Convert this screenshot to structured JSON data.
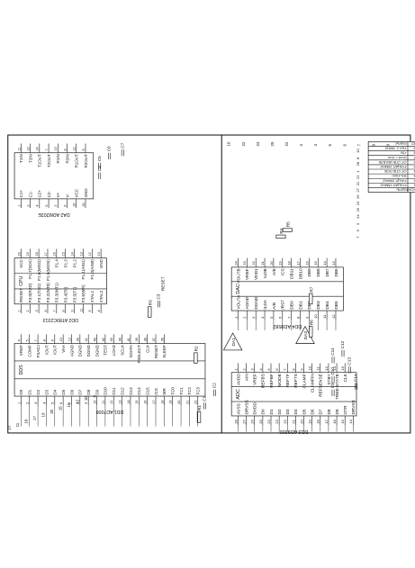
{
  "connector": {
    "header": [
      "КОНТ",
      "ЦЕПЬ"
    ],
    "rows": [
      [
        "1",
        "F/ЭЦАП 25МНZ"
      ],
      [
        "2",
        "F/АЦП 20МНZ"
      ],
      [
        "3",
        "RS-232C"
      ],
      [
        "4",
        "ОТ СПК ПСВ"
      ],
      [
        "5",
        "F/ЭЦАП 20МНZ"
      ],
      [
        "6",
        "ОТ СПК ИМ.БЛК"
      ],
      [
        "7",
        "Uout = Uoп"
      ],
      [
        "8",
        "+5v"
      ],
      [
        "9",
        "Тмл 2. 8МНZ"
      ],
      [
        "10",
        "Корпус"
      ]
    ],
    "side_numbers": [
      "7",
      "9",
      "3",
      "24",
      "25",
      "23",
      "26",
      "27",
      "21",
      "22",
      "1",
      "28",
      "8",
      "10"
    ]
  },
  "dd3": {
    "label": "DD3 AD9200",
    "title": "ADC",
    "left_pins": [
      "AVSS",
      "DRVSS",
      "DVDD",
      "D0",
      "D1",
      "D2",
      "D3",
      "D4",
      "D5",
      "D6",
      "D7",
      "D8",
      "D9",
      "OTR",
      "DRVSS"
    ],
    "left_nums": [
      "28",
      "27",
      "26",
      "25",
      "24",
      "23",
      "22",
      "21",
      "20",
      "19",
      "18",
      "17",
      "16",
      "15",
      "14"
    ],
    "right_pins": [
      "AVDD",
      "AIN",
      "VREF",
      "REFBS",
      "REFBF",
      "MODE",
      "REFTF",
      "REFTS",
      "CLAMP",
      "CLAMPIN",
      "REFSENSE",
      "STBY",
      "TREE-STATE",
      "CLK"
    ],
    "right_nums": [
      "1",
      "2",
      "3",
      "4",
      "5",
      "6",
      "7",
      "8",
      "9",
      "10",
      "11",
      "12",
      "13",
      "15"
    ]
  },
  "dd4": {
    "label": "DD4 AD9582",
    "title": "DAC",
    "left_pins": [
      "VOUTA",
      "AGND",
      "DGND",
      "ILDA",
      "A/B",
      "/RST",
      "DB0",
      "DB1",
      "DB2",
      "DB3",
      "DB4",
      "DB5"
    ],
    "left_nums": [
      "1",
      "2",
      "3",
      "4",
      "5",
      "6",
      "7",
      "8",
      "9",
      "10",
      "11",
      "12"
    ],
    "right_pins": [
      "VOUTB",
      "VREF",
      "VDD1",
      "ILDB",
      "A/B",
      "/CS",
      "DB11",
      "DB10",
      "DB9",
      "DB8",
      "DB7",
      "DB6"
    ],
    "right_nums": [
      "24",
      "23",
      "22",
      "21",
      "20",
      "19",
      "18",
      "17",
      "16",
      "15",
      "14",
      "13"
    ]
  },
  "dd1": {
    "label": "DD1 AD7008",
    "title": "DDS",
    "left_pins": [
      "D0",
      "D1",
      "D2",
      "D3",
      "D4",
      "D5",
      "D6",
      "D7",
      "D8",
      "D9",
      "D10",
      "D11",
      "D12",
      "D13",
      "D14",
      "D15",
      "/CS",
      "WR",
      "TC0",
      "TC1",
      "TC2",
      "TC3"
    ],
    "left_nums": [
      "1",
      "2",
      "3",
      "4",
      "5",
      "6",
      "7",
      "8",
      "9",
      "10",
      "11",
      "12",
      "13",
      "14",
      "15",
      "16",
      "17",
      "18",
      "19",
      "20",
      "21",
      "22"
    ],
    "right_pins": [
      "VREF",
      "COMP",
      "FSADJ",
      "IOUT",
      "IOUT",
      "VAA",
      "AGND",
      "DGND",
      "DGND",
      "DGND",
      "TEST",
      "LOAD",
      "SCLK",
      "SDATA",
      "FSELECT",
      "CLK",
      "RESET",
      "SLEEP"
    ],
    "right_nums": [
      "4",
      "5",
      "7",
      "8",
      "9",
      "10",
      "12",
      "30",
      "31",
      "40",
      "42",
      "43",
      "44",
      "41",
      "39",
      "38",
      "37",
      "36"
    ]
  },
  "dd2": {
    "label": "DD2 AT89C2313",
    "title": "CPU",
    "left_pins": [
      "/RESET",
      "P3.0(RXD)",
      "P3.1(TXD)",
      "P3.2(INT0)",
      "P3.3(INT1)",
      "P3.4(T0)",
      "P3.5(T1)",
      "P3.6(WR)",
      "XTAL1",
      "XTAL2"
    ],
    "left_nums": [
      "1",
      "2",
      "3",
      "6",
      "7",
      "8",
      "9",
      "11",
      "5",
      "4"
    ],
    "right_pins": [
      "VCC",
      "P1.7(SCK)",
      "P1.6(MISO)",
      "P1.5(MOSI)",
      "P1.4",
      "P1.3",
      "P1.2",
      "P1.1(AIN1)",
      "P1.0(AIN0)",
      "GND"
    ],
    "right_nums": [
      "20",
      "19",
      "18",
      "17",
      "16",
      "15",
      "14",
      "13",
      "12",
      "10"
    ]
  },
  "da2": {
    "label": "DA2 ADM202E",
    "left_pins": [
      "C1+",
      "C1-",
      "C2+",
      "C2-",
      "V+",
      "V-",
      "VCC",
      "GND"
    ],
    "left_nums": [
      "1",
      "3",
      "4",
      "5",
      "2",
      "6",
      "16",
      "15"
    ],
    "right_pins": [
      "T1IN",
      "T2IN",
      "T1OUT",
      "T2OUT",
      "R1IN",
      "R2IN",
      "R1OUT",
      "R2OUT"
    ],
    "right_nums": [
      "11",
      "10",
      "14",
      "7",
      "13",
      "8",
      "12",
      "9"
    ]
  },
  "components": {
    "da1": "DA1",
    "da3": "DA3",
    "r1": "R1",
    "r2": "R2",
    "r3": "R3",
    "r4": "R4",
    "r5": "R5",
    "r6": "R6",
    "r7": "R7",
    "c1": "C1",
    "c2": "C2",
    "c3": "C3",
    "c4": "C4",
    "c5": "C5",
    "c6": "C6",
    "c7": "C7",
    "c9": "C9",
    "c10": "C10",
    "c11": "C11",
    "c12": "C12",
    "c13": "C13",
    "c14": "C14",
    "reset": "RESET"
  },
  "net_numbers_bottom": [
    "13",
    "11",
    "18",
    "17",
    "19",
    "20",
    "15",
    "16",
    "12",
    "10",
    "8"
  ],
  "net_numbers_top": [
    "10",
    "22",
    "23",
    "25",
    "22",
    "3",
    "4",
    "5",
    "6",
    "7",
    "8",
    "9"
  ]
}
